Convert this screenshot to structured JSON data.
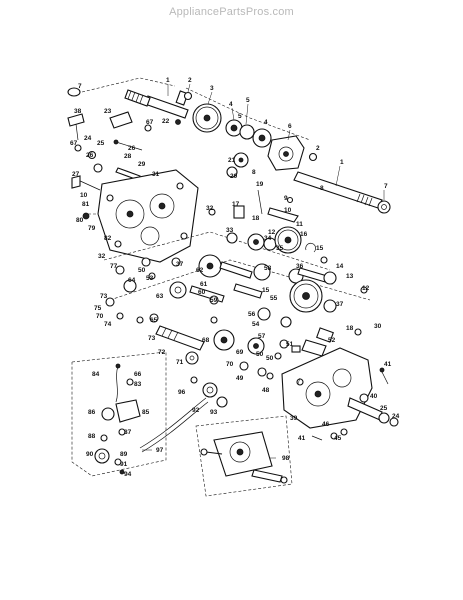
{
  "header": {
    "watermark": "AppliancePartsPros.com"
  },
  "callouts": [
    {
      "id": "c1a",
      "text": "1"
    },
    {
      "id": "c2a",
      "text": "2"
    },
    {
      "id": "c3",
      "text": "3"
    },
    {
      "id": "c4a",
      "text": "4"
    },
    {
      "id": "c5a",
      "text": "5"
    },
    {
      "id": "c4b",
      "text": "4"
    },
    {
      "id": "c5b",
      "text": "5"
    },
    {
      "id": "c6",
      "text": "6"
    },
    {
      "id": "c2b",
      "text": "2"
    },
    {
      "id": "c1b",
      "text": "1"
    },
    {
      "id": "c7a",
      "text": "7"
    },
    {
      "id": "c7b",
      "text": "7"
    },
    {
      "id": "c38",
      "text": "38"
    },
    {
      "id": "c23",
      "text": "23"
    },
    {
      "id": "c67a",
      "text": "67"
    },
    {
      "id": "c22",
      "text": "22"
    },
    {
      "id": "c24",
      "text": "24"
    },
    {
      "id": "c67b",
      "text": "67"
    },
    {
      "id": "c25",
      "text": "25"
    },
    {
      "id": "c26a",
      "text": "26"
    },
    {
      "id": "c26b",
      "text": "26"
    },
    {
      "id": "c28",
      "text": "28"
    },
    {
      "id": "c29",
      "text": "29"
    },
    {
      "id": "c27",
      "text": "27"
    },
    {
      "id": "c21",
      "text": "21"
    },
    {
      "id": "c20",
      "text": "20"
    },
    {
      "id": "c8a",
      "text": "8"
    },
    {
      "id": "c8b",
      "text": "8"
    },
    {
      "id": "c31",
      "text": "31"
    },
    {
      "id": "c10a",
      "text": "10"
    },
    {
      "id": "c81",
      "text": "81"
    },
    {
      "id": "c80",
      "text": "80"
    },
    {
      "id": "c79",
      "text": "79"
    },
    {
      "id": "c19",
      "text": "19"
    },
    {
      "id": "c9",
      "text": "9"
    },
    {
      "id": "c10b",
      "text": "10"
    },
    {
      "id": "c11",
      "text": "11"
    },
    {
      "id": "c32",
      "text": "32"
    },
    {
      "id": "c17",
      "text": "17"
    },
    {
      "id": "c18a",
      "text": "18"
    },
    {
      "id": "c12a",
      "text": "12"
    },
    {
      "id": "c16",
      "text": "16"
    },
    {
      "id": "c33",
      "text": "33"
    },
    {
      "id": "c34",
      "text": "34"
    },
    {
      "id": "c35",
      "text": "35"
    },
    {
      "id": "c15a",
      "text": "15"
    },
    {
      "id": "c82",
      "text": "82"
    },
    {
      "id": "c32b",
      "text": "32"
    },
    {
      "id": "c37a",
      "text": "37"
    },
    {
      "id": "c36",
      "text": "36"
    },
    {
      "id": "c14",
      "text": "14"
    },
    {
      "id": "c77",
      "text": "77"
    },
    {
      "id": "c50a",
      "text": "50"
    },
    {
      "id": "c62",
      "text": "62"
    },
    {
      "id": "c58",
      "text": "58"
    },
    {
      "id": "c13",
      "text": "13"
    },
    {
      "id": "c53",
      "text": "53"
    },
    {
      "id": "c61",
      "text": "61"
    },
    {
      "id": "c15b",
      "text": "15"
    },
    {
      "id": "c12b",
      "text": "12"
    },
    {
      "id": "c64",
      "text": "64"
    },
    {
      "id": "c63",
      "text": "63"
    },
    {
      "id": "c60",
      "text": "60"
    },
    {
      "id": "c55",
      "text": "55"
    },
    {
      "id": "c37b",
      "text": "37"
    },
    {
      "id": "c59",
      "text": "59"
    },
    {
      "id": "c73a",
      "text": "73"
    },
    {
      "id": "c75",
      "text": "75"
    },
    {
      "id": "c70a",
      "text": "70"
    },
    {
      "id": "c74",
      "text": "74"
    },
    {
      "id": "c56",
      "text": "56"
    },
    {
      "id": "c54",
      "text": "54"
    },
    {
      "id": "c18b",
      "text": "18"
    },
    {
      "id": "c30",
      "text": "30"
    },
    {
      "id": "c65",
      "text": "65"
    },
    {
      "id": "c73b",
      "text": "73"
    },
    {
      "id": "c72",
      "text": "72"
    },
    {
      "id": "c68",
      "text": "68"
    },
    {
      "id": "c57",
      "text": "57"
    },
    {
      "id": "c52",
      "text": "52"
    },
    {
      "id": "c51",
      "text": "51"
    },
    {
      "id": "c71",
      "text": "71"
    },
    {
      "id": "c69",
      "text": "69"
    },
    {
      "id": "c50b",
      "text": "50"
    },
    {
      "id": "c70b",
      "text": "70"
    },
    {
      "id": "c49",
      "text": "49"
    },
    {
      "id": "c50c",
      "text": "50"
    },
    {
      "id": "c84",
      "text": "84"
    },
    {
      "id": "c66",
      "text": "66"
    },
    {
      "id": "c83",
      "text": "83"
    },
    {
      "id": "c96",
      "text": "96"
    },
    {
      "id": "c41a",
      "text": "41"
    },
    {
      "id": "c48",
      "text": "48"
    },
    {
      "id": "c40",
      "text": "40"
    },
    {
      "id": "c86",
      "text": "86"
    },
    {
      "id": "c85",
      "text": "85"
    },
    {
      "id": "c92",
      "text": "92"
    },
    {
      "id": "c93",
      "text": "93"
    },
    {
      "id": "c87",
      "text": "87"
    },
    {
      "id": "c39",
      "text": "39"
    },
    {
      "id": "c25b",
      "text": "25"
    },
    {
      "id": "c24b",
      "text": "24"
    },
    {
      "id": "c88",
      "text": "88"
    },
    {
      "id": "c41b",
      "text": "41"
    },
    {
      "id": "c46",
      "text": "46"
    },
    {
      "id": "c45",
      "text": "45"
    },
    {
      "id": "c90",
      "text": "90"
    },
    {
      "id": "c89",
      "text": "89"
    },
    {
      "id": "c91",
      "text": "91"
    },
    {
      "id": "c94",
      "text": "94"
    },
    {
      "id": "c97",
      "text": "97"
    },
    {
      "id": "c98",
      "text": "98"
    }
  ]
}
